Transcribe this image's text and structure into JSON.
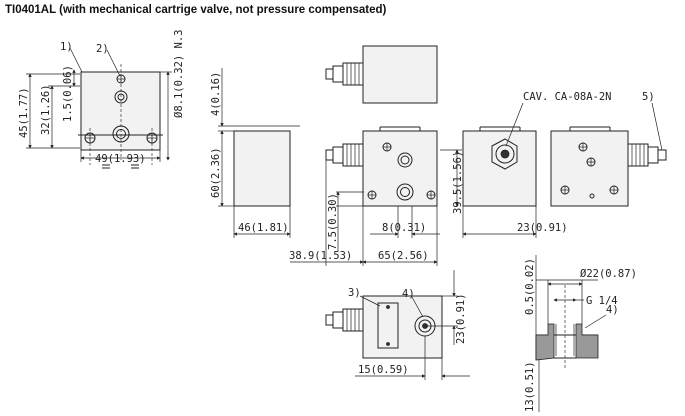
{
  "title": "TI0401AL (with mechanical cartrige valve, not pressure compensated)",
  "callouts": {
    "c1": "1)",
    "c2": "2)",
    "c3": "3)",
    "c4": "4)",
    "c4b": "4)",
    "c5": "5)"
  },
  "cavity_label": "CAV. CA-08A-2N",
  "dims": {
    "d45": "45(1.77)",
    "d32": "32(1.26)",
    "d15a": "1.5(0.06)",
    "d8n3": "Ø8.1(0.32) N.3",
    "d49": "49(1.93)",
    "d4": "4(0.16)",
    "d60": "60(2.36)",
    "d46": "46(1.81)",
    "d75": "7.5(0.30)",
    "d8": "8(0.31)",
    "d395": "39.5(1.56)",
    "d23a": "23(0.91)",
    "d389": "38.9(1.53)",
    "d65": "65(2.56)",
    "d23b": "23(0.91)",
    "d15b": "15(0.59)",
    "d05": "0.5(0.02)",
    "d22": "Ø22(0.87)",
    "dg": "G 1/4",
    "d13": "13(0.51)"
  }
}
